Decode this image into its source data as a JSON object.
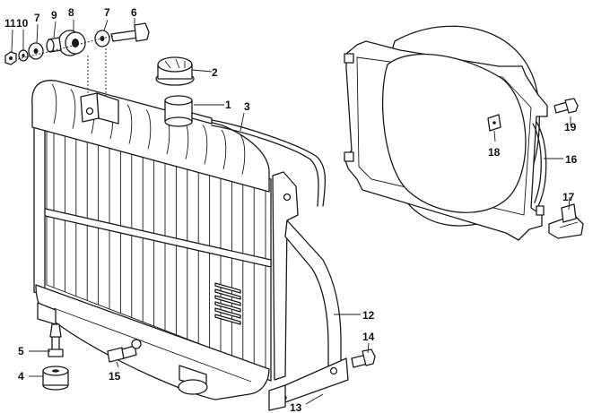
{
  "diagram": {
    "parts": [
      {
        "number": "1",
        "part": "filler-neck"
      },
      {
        "number": "2",
        "part": "radiator-cap"
      },
      {
        "number": "3",
        "part": "overflow-hose"
      },
      {
        "number": "4",
        "part": "rubber-mount"
      },
      {
        "number": "5",
        "part": "mount-bolt"
      },
      {
        "number": "6",
        "part": "hex-bolt"
      },
      {
        "number": "7",
        "part": "washer"
      },
      {
        "number": "7",
        "part": "washer"
      },
      {
        "number": "8",
        "part": "rubber-grommet"
      },
      {
        "number": "9",
        "part": "bushing"
      },
      {
        "number": "10",
        "part": "washer"
      },
      {
        "number": "11",
        "part": "hex-nut"
      },
      {
        "number": "12",
        "part": "side-bracket"
      },
      {
        "number": "13",
        "part": "bracket-tab"
      },
      {
        "number": "14",
        "part": "bracket-screw"
      },
      {
        "number": "15",
        "part": "drain-plug"
      },
      {
        "number": "16",
        "part": "fan-shroud"
      },
      {
        "number": "17",
        "part": "shroud-clip"
      },
      {
        "number": "18",
        "part": "clip-nut"
      },
      {
        "number": "19",
        "part": "shroud-screw"
      }
    ],
    "labels": {
      "p1": "1",
      "p2": "2",
      "p3": "3",
      "p4": "4",
      "p5": "5",
      "p6": "6",
      "p7a": "7",
      "p7b": "7",
      "p8": "8",
      "p9": "9",
      "p10": "10",
      "p11": "11",
      "p12": "12",
      "p13": "13",
      "p14": "14",
      "p15": "15",
      "p16": "16",
      "p17": "17",
      "p18": "18",
      "p19": "19"
    }
  }
}
